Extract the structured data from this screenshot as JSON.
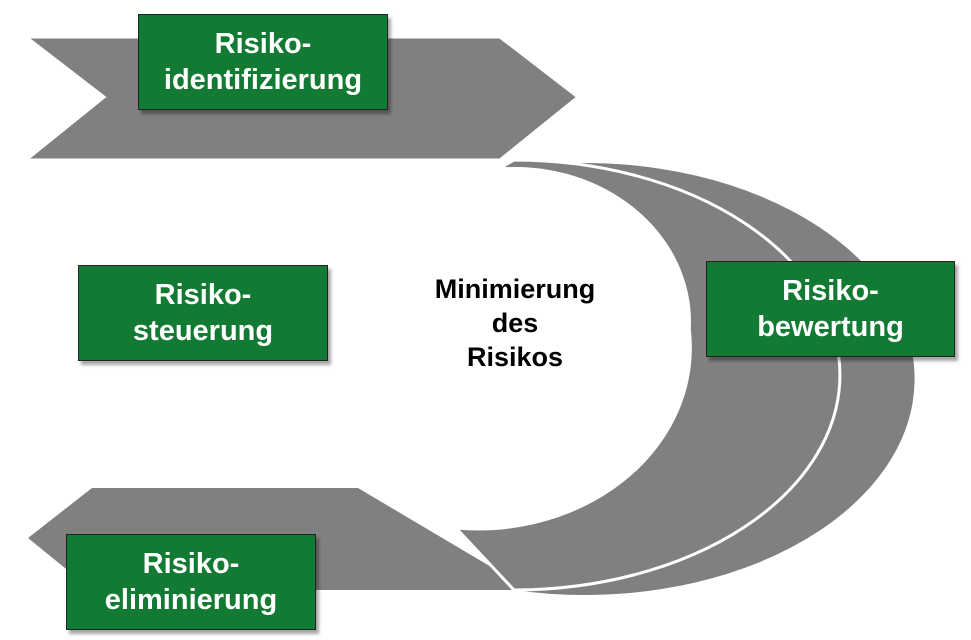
{
  "colors": {
    "arrow_gray": "#808080",
    "box_green": "#137a33",
    "center_fill": "#ffffff",
    "outline": "#ffffff"
  },
  "center": {
    "line1": "Minimierung",
    "line2": "des",
    "line3": "Risikos"
  },
  "steps": {
    "identifizierung": {
      "line1": "Risiko-",
      "line2": "identifizierung"
    },
    "bewertung": {
      "line1": "Risiko-",
      "line2": "bewertung"
    },
    "steuerung": {
      "line1": "Risiko-",
      "line2": "steuerung"
    },
    "eliminierung": {
      "line1": "Risiko-",
      "line2": "eliminierung"
    }
  }
}
